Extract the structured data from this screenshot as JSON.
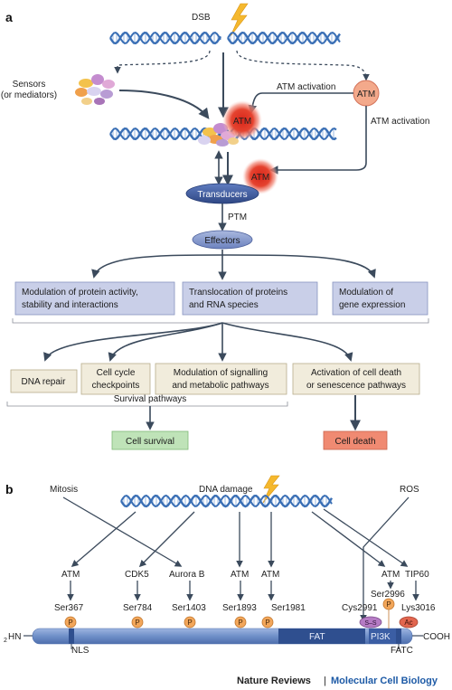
{
  "panel_a": {
    "letter": "a",
    "dsb": "DSB",
    "sensors_line1": "Sensors",
    "sensors_line2": "(or mediators)",
    "atm_activation_top": "ATM activation",
    "atm_activation_right": "ATM activation",
    "atm": "ATM",
    "transducers": "Transducers",
    "ptm": "PTM",
    "effectors": "Effectors",
    "box_modulation_line1": "Modulation of protein activity,",
    "box_modulation_line2": "stability and interactions",
    "box_translocation_line1": "Translocation of proteins",
    "box_translocation_line2": "and RNA species",
    "box_gene_line1": "Modulation of",
    "box_gene_line2": "gene expression",
    "dna_repair": "DNA repair",
    "cell_cycle_line1": "Cell cycle",
    "cell_cycle_line2": "checkpoints",
    "signalling_line1": "Modulation of signalling",
    "signalling_line2": "and metabolic pathways",
    "death_path_line1": "Activation of cell death",
    "death_path_line2": "or senescence pathways",
    "survival_pathways": "Survival pathways",
    "cell_survival": "Cell survival",
    "cell_death": "Cell death"
  },
  "panel_b": {
    "letter": "b",
    "mitosis": "Mitosis",
    "dna_damage": "DNA damage",
    "ros": "ROS",
    "kin_atm1": "ATM",
    "kin_cdk5": "CDK5",
    "kin_aurora": "Aurora B",
    "kin_atm2": "ATM",
    "kin_atm3": "ATM",
    "kin_atm4": "ATM",
    "kin_tip60": "TIP60",
    "site_ser367": "Ser367",
    "site_ser784": "Ser784",
    "site_ser1403": "Ser1403",
    "site_ser1893": "Ser1893",
    "site_ser1981": "Ser1981",
    "site_ser2996": "Ser2996",
    "site_cys2991": "Cys2991",
    "site_lys3016": "Lys3016",
    "p": "P",
    "ss": "S–S",
    "ac": "Ac",
    "nh2_sub": "2",
    "nh2": "HN",
    "cooh": "COOH",
    "nls": "NLS",
    "fat": "FAT",
    "pi3k": "PI3K",
    "fatc": "FATC"
  },
  "footer": {
    "journal": "Nature Reviews",
    "separator": "|",
    "subjournal": "Molecular Cell Biology"
  },
  "colors": {
    "dna": "#3a6fb5",
    "arrow": "#3b4a5c",
    "atm_red": "#e23a2a",
    "atm_peach": "#f3a98b",
    "transducer": "#3f5c9e",
    "effector": "#7f93c7",
    "box_blue": "#c9cfe8",
    "box_cream": "#f1ecdc",
    "box_green": "#bfe3b8",
    "box_red": "#f08a72",
    "protein_bar": "#6f8fc8",
    "protein_dark": "#2f4f8f",
    "phospho": "#f2a65a",
    "footer_blue": "#1d5aa6"
  },
  "icons": [
    "lightning-icon",
    "dna-helix-icon",
    "phosphate-icon",
    "disulfide-icon",
    "acetyl-icon"
  ]
}
